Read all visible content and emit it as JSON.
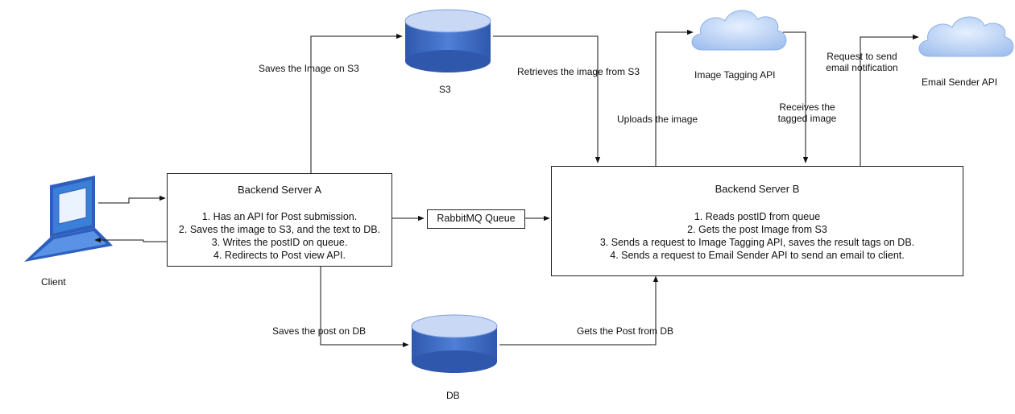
{
  "nodes": {
    "client": {
      "label": "Client"
    },
    "s3": {
      "label": "S3"
    },
    "db": {
      "label": "DB"
    },
    "image_tagging": {
      "label": "Image Tagging API"
    },
    "email_sender": {
      "label": "Email Sender API"
    },
    "queue": {
      "label": "RabbitMQ Queue"
    },
    "server_a": {
      "title": "Backend Server A",
      "steps": [
        "1. Has an API for Post submission.",
        "2. Saves the image to S3, and the text to DB.",
        "3. Writes the postID on queue.",
        "4. Redirects to Post view API."
      ]
    },
    "server_b": {
      "title": "Backend Server B",
      "steps": [
        "1. Reads postID from queue",
        "2. Gets the post Image from S3",
        "3. Sends a request to Image Tagging API, saves the result tags on DB.",
        "4. Sends a request to Email Sender API to send an email to client."
      ]
    }
  },
  "edges": {
    "saves_image_s3": "Saves the Image on S3",
    "saves_post_db": "Saves the post on DB",
    "retrieves_image": "Retrieves the image from S3",
    "gets_post_db": "Gets the Post from DB",
    "uploads_image": "Uploads the image",
    "receives_tagged": [
      "Receives the",
      "tagged image"
    ],
    "request_email": [
      "Request to send",
      "email notification"
    ]
  },
  "colors": {
    "cylinder_top": "#c9d9f5",
    "cylinder_body": "#3d63b8",
    "cloud": "#bcd3f5",
    "laptop_screen": "#3a7fd8",
    "laptop_frame": "#2e5fbf"
  }
}
